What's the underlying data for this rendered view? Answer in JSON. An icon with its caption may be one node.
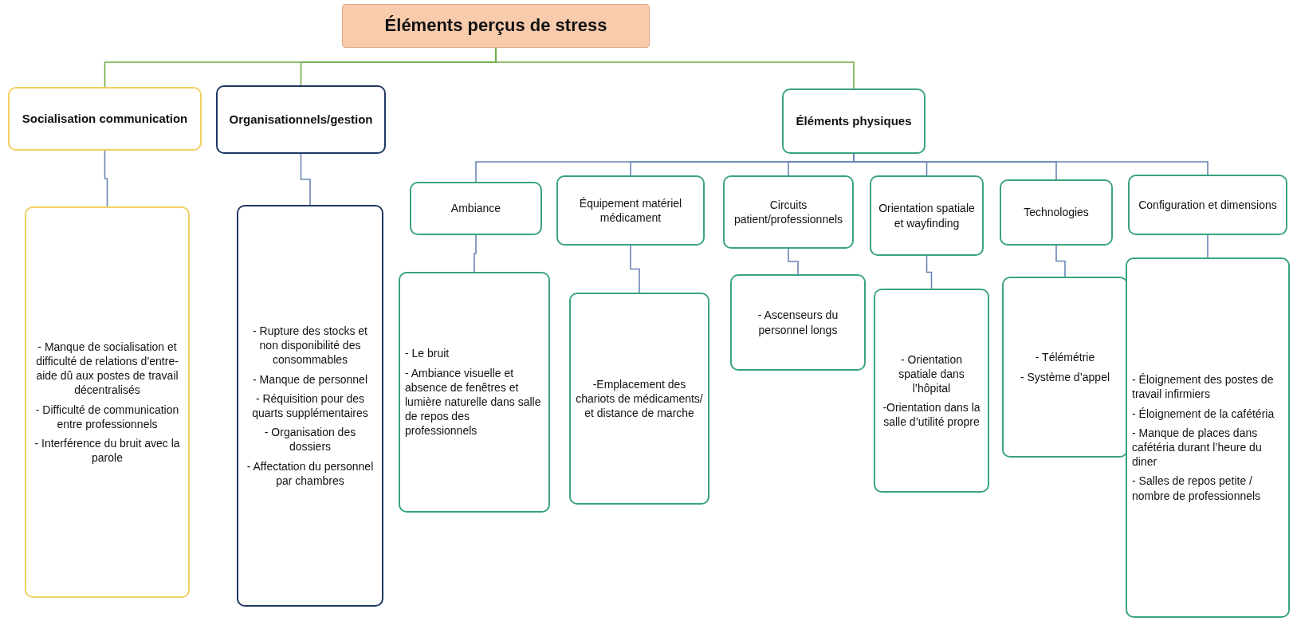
{
  "diagram": {
    "nodes": [
      {
        "text": [
          "Éléments perçus de stress"
        ]
      },
      {
        "text": [
          "Socialisation communication"
        ]
      },
      {
        "text": [
          "Organisationnels/gestion"
        ]
      },
      {
        "text": [
          "Éléments physiques"
        ]
      },
      {
        "text": [
          "- Manque de socialisation et difficulté de relations d’entre-aide dû aux postes de travail décentralisés",
          "- Difficulté de communication entre professionnels",
          "- Interférence du bruit avec la parole"
        ]
      },
      {
        "text": [
          "- Rupture des stocks et non disponibilité des consommables",
          "- Manque de personnel",
          "- Réquisition pour des quarts supplémentaires",
          "- Organisation des dossiers",
          "- Affectation du personnel par chambres"
        ]
      },
      {
        "text": [
          "Ambiance"
        ]
      },
      {
        "text": [
          "Équipement matériel médicament"
        ]
      },
      {
        "text": [
          "Circuits patient/professionnels"
        ]
      },
      {
        "text": [
          "Orientation spatiale et wayfinding"
        ]
      },
      {
        "text": [
          "Technologies"
        ]
      },
      {
        "text": [
          "Configuration et dimensions"
        ]
      },
      {
        "text": [
          "- Le bruit",
          "- Ambiance visuelle et absence de fenêtres et lumière naturelle dans salle de repos des professionnels"
        ]
      },
      {
        "text": [
          "-Emplacement des chariots de médicaments/ et distance de marche"
        ]
      },
      {
        "text": [
          "- Ascenseurs du personnel longs"
        ]
      },
      {
        "text": [
          "- Orientation spatiale dans l’hôpital",
          "-Orientation dans la salle d’utilité propre"
        ]
      },
      {
        "text": [
          "- Télémétrie",
          "- Système d’appel"
        ]
      },
      {
        "text": [
          "- Éloignement des postes de travail infirmiers",
          "- Éloignement de la cafétéria",
          "- Manque de places dans cafétéria durant l’heure du diner",
          "- Salles de repos petite / nombre de professionnels"
        ]
      }
    ],
    "edges": [
      {
        "from": 0,
        "to": 1,
        "arrow": "none",
        "color": "#70ad47"
      },
      {
        "from": 0,
        "to": 2,
        "arrow": "none",
        "color": "#70ad47"
      },
      {
        "from": 0,
        "to": 3,
        "arrow": "none",
        "color": "#70ad47"
      },
      {
        "from": 1,
        "to": 4,
        "arrow": "none"
      },
      {
        "from": 2,
        "to": 5,
        "arrow": "none"
      },
      {
        "from": 3,
        "to": 6,
        "arrow": "none"
      },
      {
        "from": 3,
        "to": 7,
        "arrow": "none"
      },
      {
        "from": 3,
        "to": 8,
        "arrow": "none"
      },
      {
        "from": 3,
        "to": 9,
        "arrow": "none"
      },
      {
        "from": 3,
        "to": 10,
        "arrow": "none"
      },
      {
        "from": 3,
        "to": 11,
        "arrow": "none"
      },
      {
        "from": 6,
        "to": 12,
        "arrow": "none"
      },
      {
        "from": 7,
        "to": 13,
        "arrow": "none"
      },
      {
        "from": 8,
        "to": 14,
        "arrow": "none"
      },
      {
        "from": 9,
        "to": 15,
        "arrow": "none"
      },
      {
        "from": 10,
        "to": 16,
        "arrow": "none"
      },
      {
        "from": 11,
        "to": 17,
        "arrow": "none"
      }
    ]
  }
}
